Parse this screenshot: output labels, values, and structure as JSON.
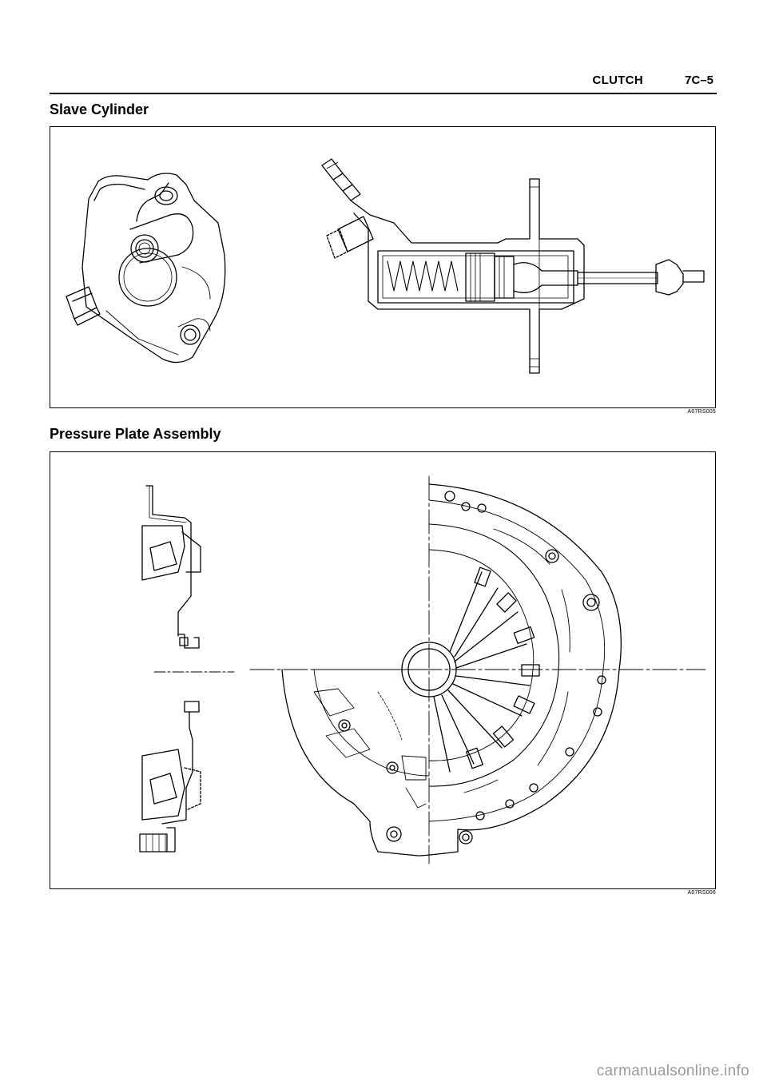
{
  "header": {
    "section": "CLUTCH",
    "page": "7C–5"
  },
  "figures": [
    {
      "title": "Slave Cylinder",
      "code": "A07RS005",
      "illustration": "slave-cylinder-drawing"
    },
    {
      "title": "Pressure Plate Assembly",
      "code": "A07RS006",
      "illustration": "pressure-plate-drawing"
    }
  ],
  "watermark": "carmanualsonline.info"
}
